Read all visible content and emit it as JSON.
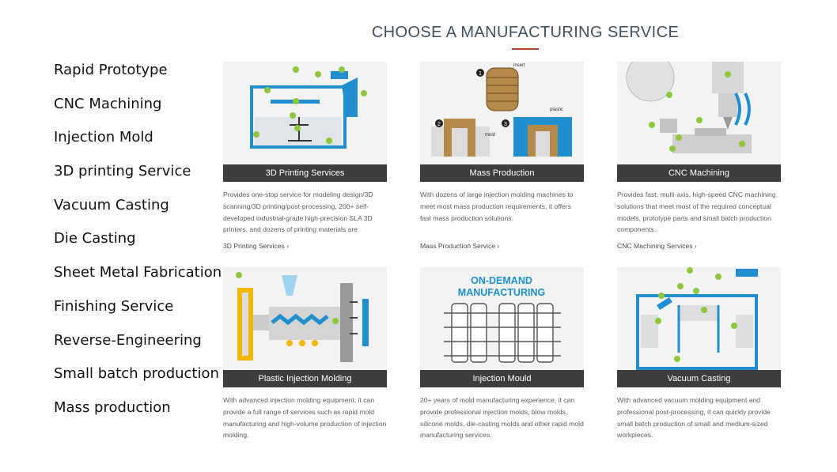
{
  "title": "CHOOSE A MANUFACTURING SERVICE",
  "sidebar": {
    "items": [
      {
        "label": "Rapid Prototype"
      },
      {
        "label": "CNC Machining"
      },
      {
        "label": "Injection Mold"
      },
      {
        "label": "3D printing Service"
      },
      {
        "label": "Vacuum Casting"
      },
      {
        "label": "Die Casting"
      },
      {
        "label": "Sheet Metal Fabrication"
      },
      {
        "label": "Finishing Service"
      },
      {
        "label": "Reverse-Engineering"
      },
      {
        "label": "Small batch production"
      },
      {
        "label": "Mass production"
      }
    ]
  },
  "cards": [
    {
      "title": "3D Printing Services",
      "description": "Provides one-stop service for modeling design/3D scanning/3D printing/post-processing, 200+ self-developed industrial-grade high-precision SLA 3D printers, and dozens of printing materials are",
      "link": "3D Printing Services ›"
    },
    {
      "title": "Mass Production",
      "description": "With dozens of large injection molding machines to meet most mass production requirements, it offers fast mass production solutions.",
      "link": "Mass Production Service ›",
      "image_labels": {
        "insert": "insert",
        "plastic": "plastic",
        "mold": "mold",
        "step1": "1",
        "step2": "2",
        "step3": "3"
      }
    },
    {
      "title": "CNC Machining",
      "description": "Provides fast, multi-axis, high-speed CNC machining solutions that meet most of the required conceptual models, prototype parts and small batch production components.",
      "link": "CNC Machining Services ›"
    },
    {
      "title": "Plastic Injection Molding",
      "description": "With advanced injection molding equipment, it can provide a full range of services such as rapid mold manufacturing and high-volume production of injection molding."
    },
    {
      "title": "Injection Mould",
      "description": "20+ years of mold manufacturing experience, it can provide professional injection molds, blow molds, silicone molds, die-casting molds and other rapid mold manufacturing services.",
      "image_labels": {
        "line1": "ON-DEMAND",
        "line2": "MANUFACTURING"
      }
    },
    {
      "title": "Vacuum Casting",
      "description": "With advanced vacuum molding equipment and professional post-processing, it can quickly provide small batch production of small and medium-sized workpieces."
    }
  ],
  "colors": {
    "accent_red": "#c0392b",
    "title_blue": "#3f5262",
    "bar_dark": "#3d3d3d",
    "diagram_blue": "#1f8fd0",
    "diagram_green": "#8dc63f",
    "mold_brown": "#b5894a"
  }
}
